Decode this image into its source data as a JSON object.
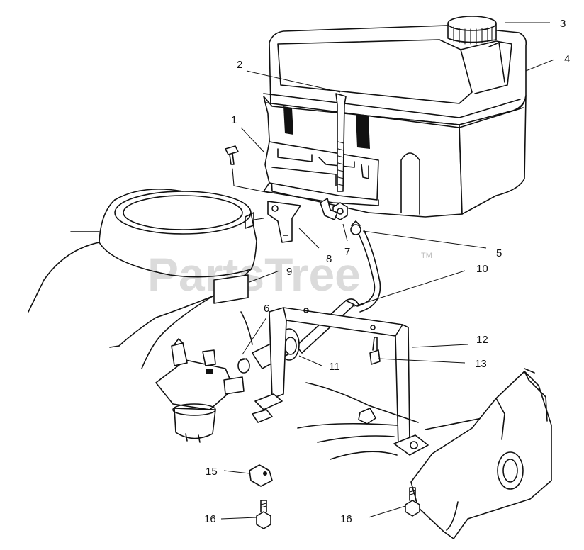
{
  "diagram": {
    "watermark": "PartsTree",
    "trademark": "TM",
    "callouts": [
      {
        "id": "c1",
        "label": "1"
      },
      {
        "id": "c2",
        "label": "2"
      },
      {
        "id": "c3",
        "label": "3"
      },
      {
        "id": "c4",
        "label": "4"
      },
      {
        "id": "c5",
        "label": "5"
      },
      {
        "id": "c6",
        "label": "6"
      },
      {
        "id": "c7",
        "label": "7"
      },
      {
        "id": "c8",
        "label": "8"
      },
      {
        "id": "c9",
        "label": "9"
      },
      {
        "id": "c10",
        "label": "10"
      },
      {
        "id": "c11",
        "label": "11"
      },
      {
        "id": "c12",
        "label": "12"
      },
      {
        "id": "c13",
        "label": "13"
      },
      {
        "id": "c15",
        "label": "15"
      },
      {
        "id": "c16a",
        "label": "16"
      },
      {
        "id": "c16b",
        "label": "16"
      }
    ]
  }
}
